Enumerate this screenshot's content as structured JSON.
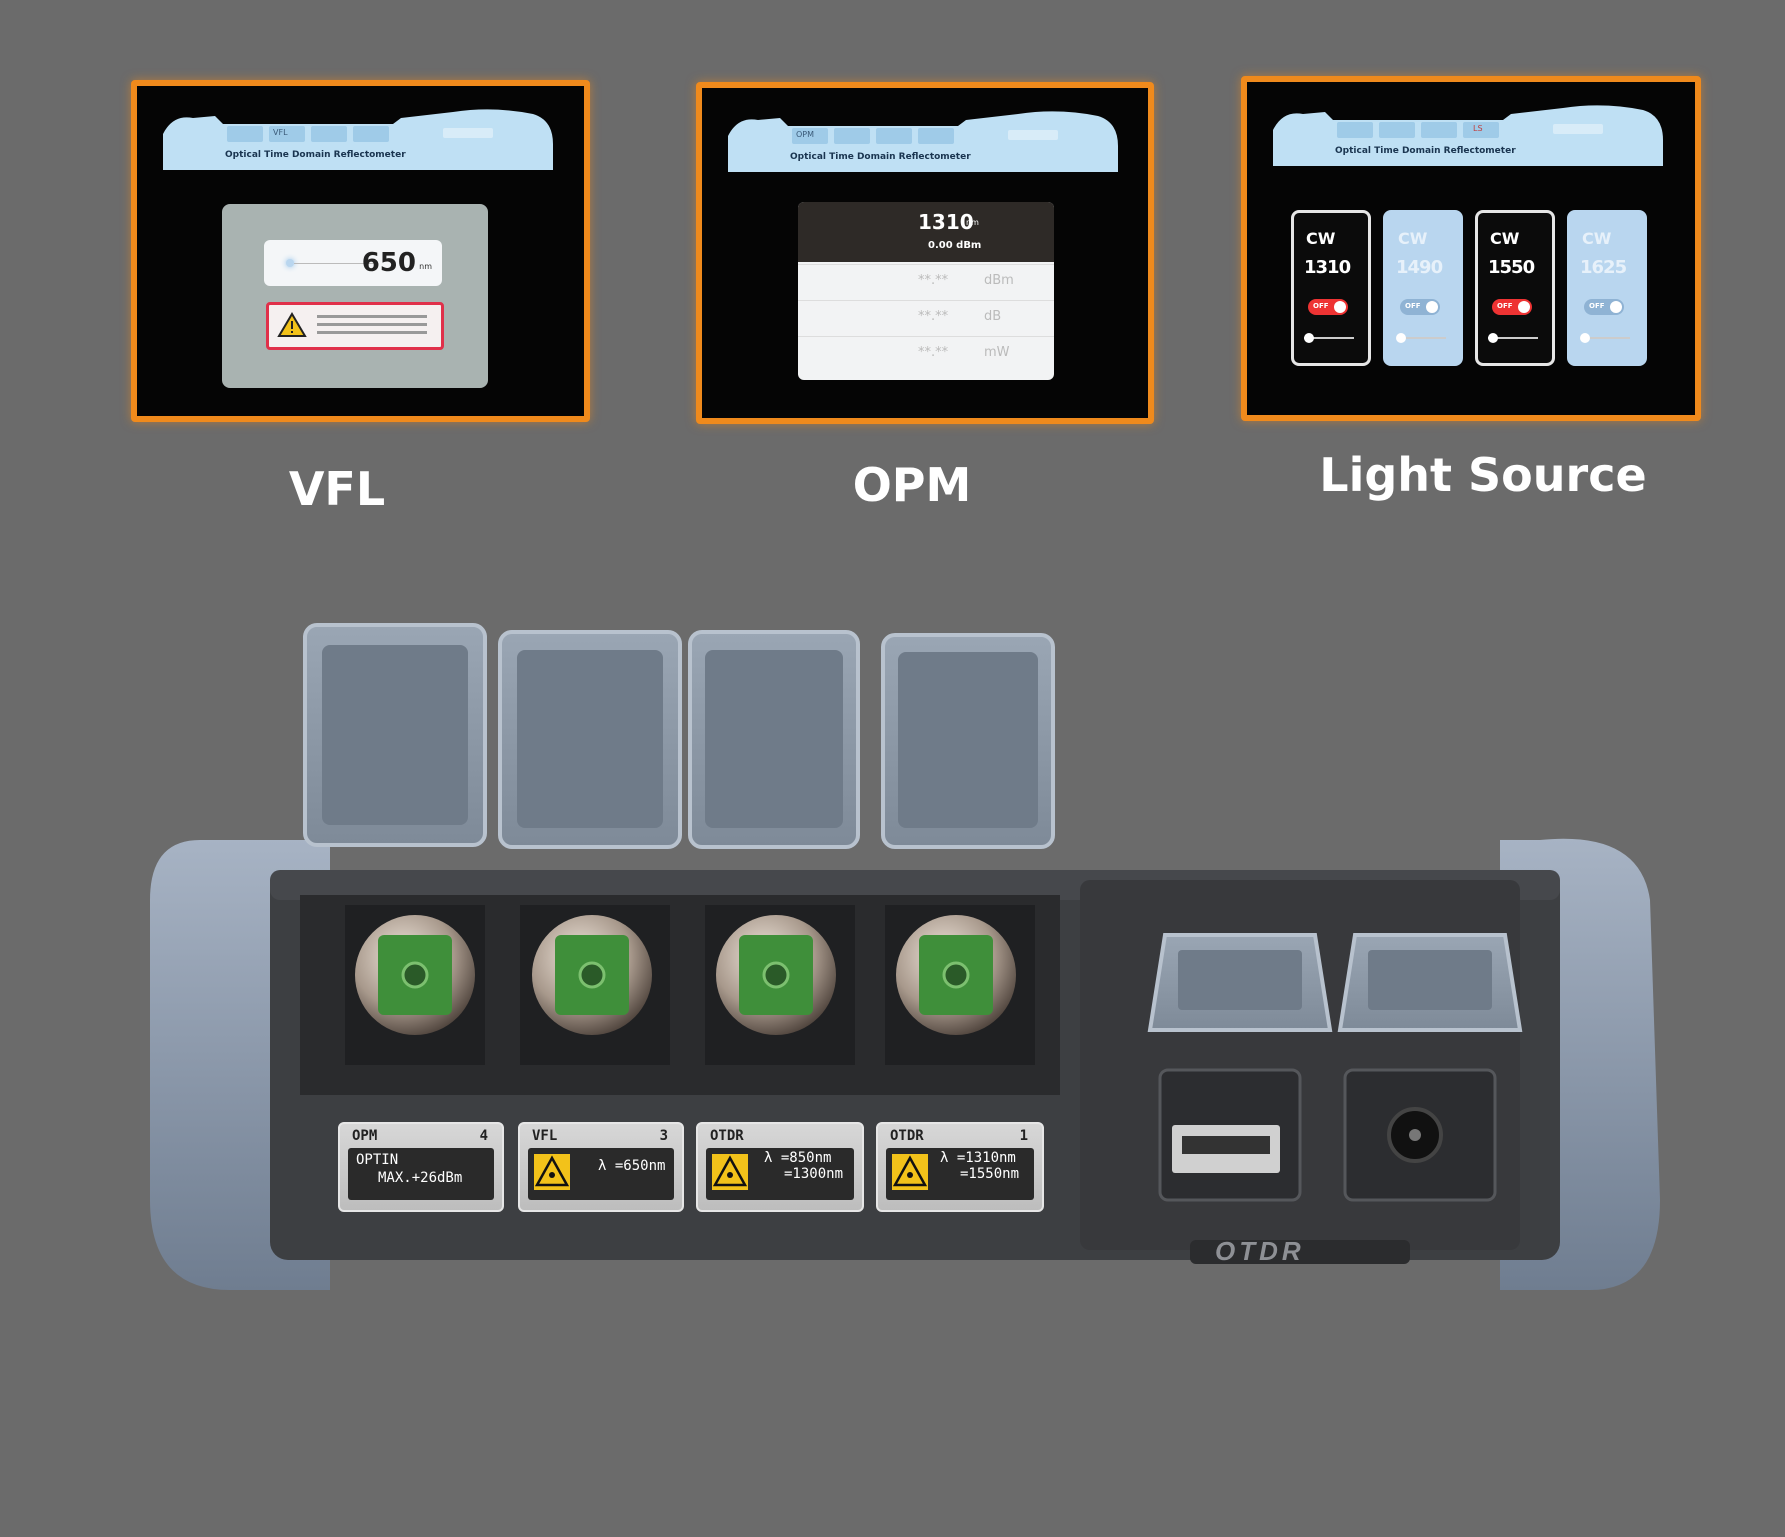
{
  "captions": {
    "vfl": "VFL",
    "opm": "OPM",
    "light_source": "Light Source"
  },
  "screen_header": {
    "title": "Optical Time Domain Reflectometer"
  },
  "vfl_screen": {
    "tab_label": "VFL",
    "value": "650",
    "unit": "nm"
  },
  "opm_screen": {
    "tab_label": "OPM",
    "wavelength": "1310",
    "wavelength_unit": "nm",
    "reference": "0.00 dBm",
    "rows": [
      {
        "value": "**.**",
        "unit": "dBm"
      },
      {
        "value": "**.**",
        "unit": "dB"
      },
      {
        "value": "**.**",
        "unit": "mW"
      }
    ]
  },
  "light_source_screen": {
    "tab_label": "LS",
    "cards": [
      {
        "mode": "CW",
        "wavelength": "1310",
        "state": "OFF",
        "active": true
      },
      {
        "mode": "CW",
        "wavelength": "1490",
        "state": "OFF",
        "active": false
      },
      {
        "mode": "CW",
        "wavelength": "1550",
        "state": "OFF",
        "active": true
      },
      {
        "mode": "CW",
        "wavelength": "1625",
        "state": "OFF",
        "active": false
      }
    ]
  },
  "port_labels": [
    {
      "name": "OPM",
      "number": "4",
      "line1": "OPTIN",
      "line2": "MAX.+26dBm",
      "laser": false
    },
    {
      "name": "VFL",
      "number": "3",
      "line1": "λ =650nm",
      "line2": "",
      "laser": true
    },
    {
      "name": "OTDR",
      "number": "",
      "line1": "λ =850nm",
      "line2": "=1300nm",
      "laser": true
    },
    {
      "name": "OTDR",
      "number": "1",
      "line1": "λ =1310nm",
      "line2": "=1550nm",
      "laser": true
    }
  ],
  "device_brand": "OTDR",
  "colors": {
    "background": "#6b6b6b",
    "screen_frame": "#f08a1c",
    "connector_green": "#3f8f3a",
    "bumper": "#8f9db0"
  }
}
